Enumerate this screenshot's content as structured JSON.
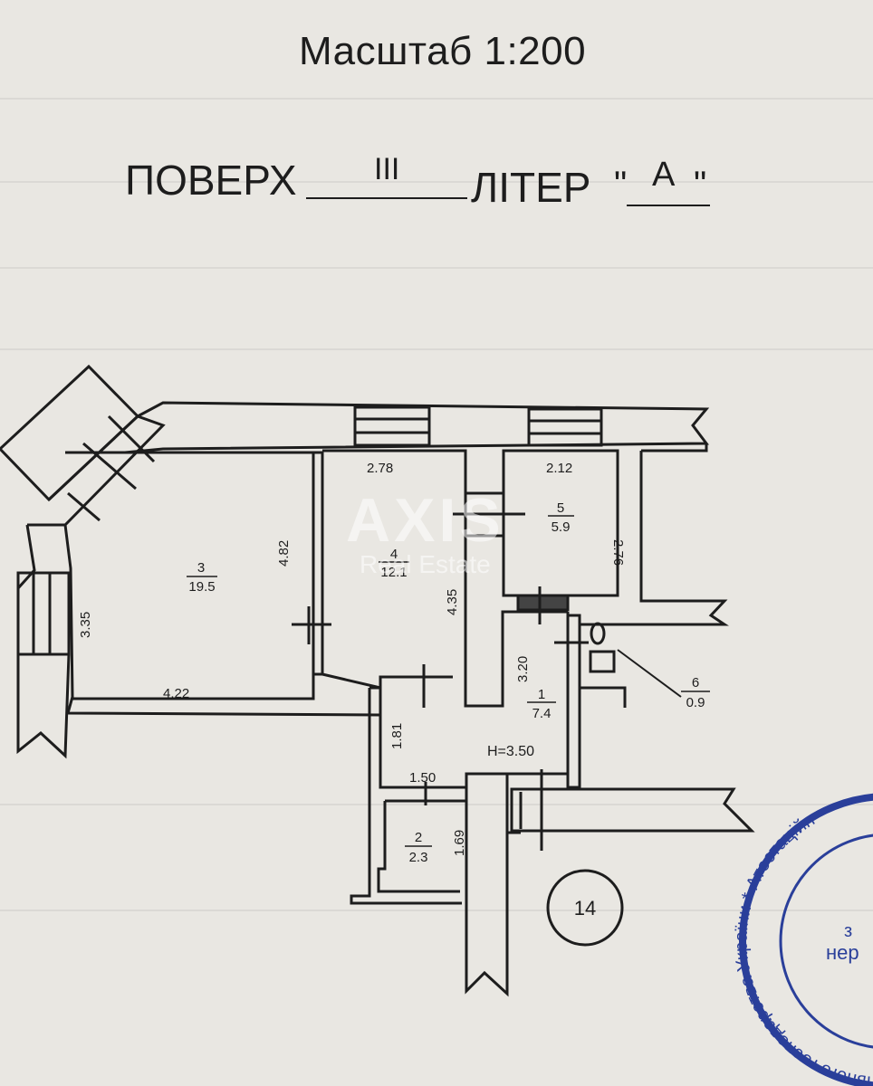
{
  "header": {
    "scale": "Масштаб 1:200",
    "floor_label": "ПОВЕРХ",
    "floor_value": "III",
    "letter_label": "ЛІТЕР",
    "letter_open_quote": "\"",
    "letter_value": "А",
    "letter_close_quote": "\""
  },
  "rooms": [
    {
      "number": "3",
      "area": "19.5"
    },
    {
      "number": "4",
      "area": "12.1"
    },
    {
      "number": "5",
      "area": "5.9"
    },
    {
      "number": "6",
      "area": "0.9"
    },
    {
      "number": "1",
      "area": "7.4"
    },
    {
      "number": "2",
      "area": "2.3"
    }
  ],
  "dimensions": {
    "d278": "2.78",
    "d212": "2.12",
    "d276": "2.76",
    "d482": "4.82",
    "d435": "4.35",
    "d335": "3.35",
    "d422": "4.22",
    "d320": "3.20",
    "d181": "1.81",
    "d150": "1.50",
    "d169": "1.69"
  },
  "ceiling_height": "H=3.50",
  "staircase_number": "14",
  "watermark": {
    "brand": "AXIS",
    "sub": "Real Estate"
  },
  "stamp_text": "ального господарства України * Атестаційна * Агенція * Кваліф",
  "colors": {
    "ink": "#1d1d1d",
    "paper": "#e9e7e2",
    "stamp": "#2a3f9a"
  }
}
